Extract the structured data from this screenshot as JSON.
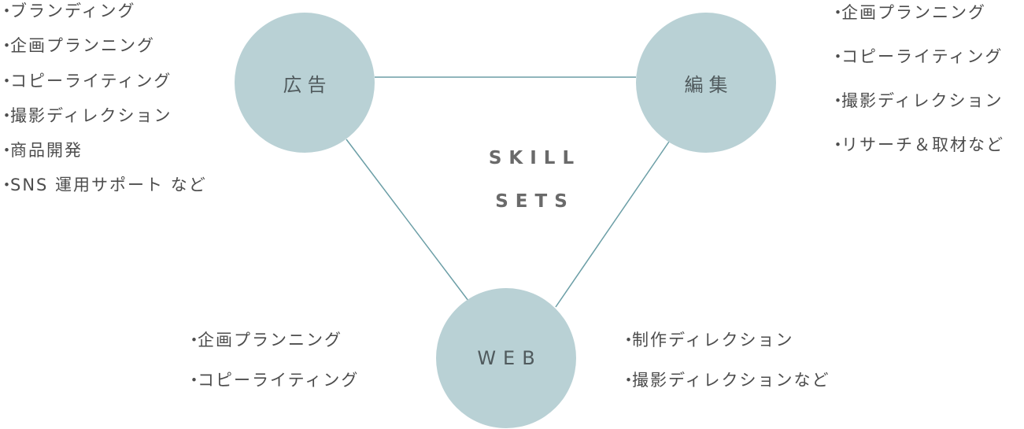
{
  "nodes": {
    "ad": "広告",
    "edit": "編集",
    "web": "WEB"
  },
  "center": {
    "line1": "SKILL",
    "line2": "SETS"
  },
  "bullet": "・",
  "lists": {
    "ad": [
      "ブランディング",
      "企画プランニング",
      "コピーライティング",
      "撮影ディレクション",
      "商品開発",
      "SNS 運用サポート など"
    ],
    "edit": [
      "企画プランニング",
      "コピーライティング",
      "撮影ディレクション",
      "リサーチ＆取材など"
    ],
    "web_left": [
      "企画プランニング",
      "コピーライティング"
    ],
    "web_right": [
      "制作ディレクション",
      "撮影ディレクションなど"
    ]
  },
  "colors": {
    "circle": "#b9d1d5",
    "connector": "#6b9ea6",
    "text": "#4d4d4d"
  }
}
